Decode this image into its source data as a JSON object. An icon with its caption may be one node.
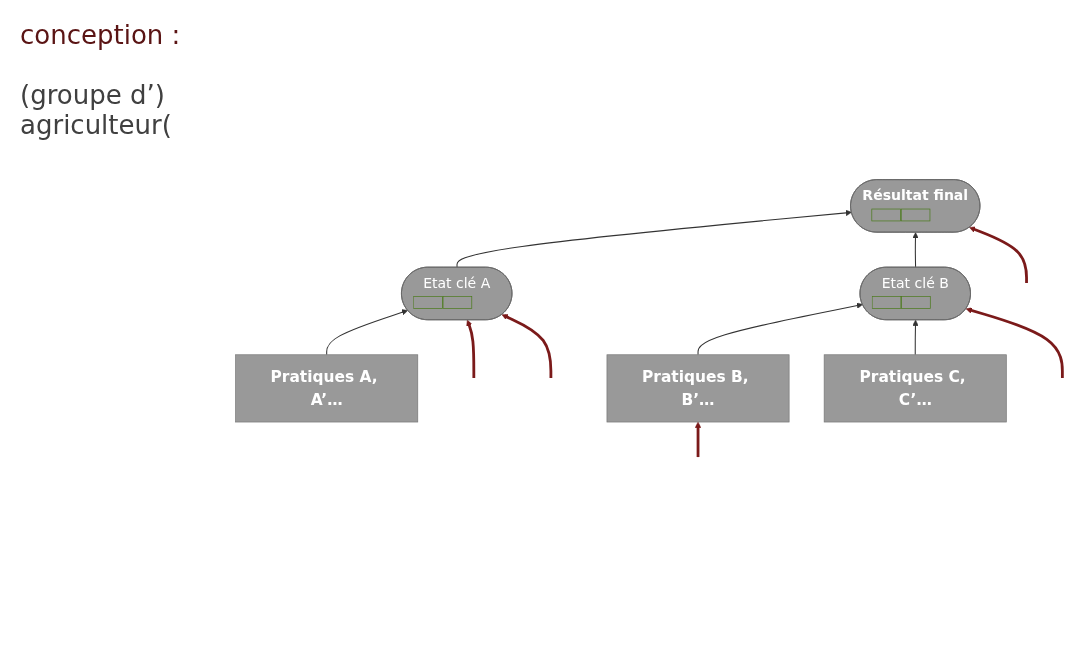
{
  "diagram": {
    "nodes": [
      {
        "text": [
          "Résultat final"
        ]
      },
      {
        "text": [
          "Etat clé A"
        ]
      },
      {
        "text": [
          "Etat clé B"
        ]
      },
      {
        "text": [
          "Pratiques A, A’…"
        ]
      },
      {
        "text": [
          "Pratiques B, B’…"
        ]
      },
      {
        "text": [
          "Pratiques C, C’…"
        ]
      }
    ],
    "edges": [
      {
        "from": 1,
        "to": 0,
        "arrow": "to"
      },
      {
        "from": 2,
        "to": 0,
        "arrow": "to"
      },
      {
        "from": 3,
        "to": 1,
        "arrow": "to"
      },
      {
        "from": 4,
        "to": 2,
        "arrow": "to"
      },
      {
        "from": 5,
        "to": 2,
        "arrow": "to"
      },
      {
        "from": null,
        "to": 0,
        "arrow": "to",
        "style": "thick",
        "color": "#7b1a1a"
      },
      {
        "from": null,
        "to": 1,
        "arrow": "to",
        "style": "thick",
        "color": "#7b1a1a"
      },
      {
        "from": null,
        "to": 2,
        "arrow": "to",
        "style": "thick",
        "color": "#7b1a1a"
      },
      {
        "from": null,
        "to": 1,
        "arrow": "to",
        "style": "thick",
        "color": "#7b1a1a"
      },
      {
        "from": null,
        "to": 4,
        "arrow": "to",
        "style": "thick",
        "color": "#7b1a1a"
      }
    ],
    "labels": [
      "conception :",
      "(groupe d’) agriculteur("
    ]
  }
}
